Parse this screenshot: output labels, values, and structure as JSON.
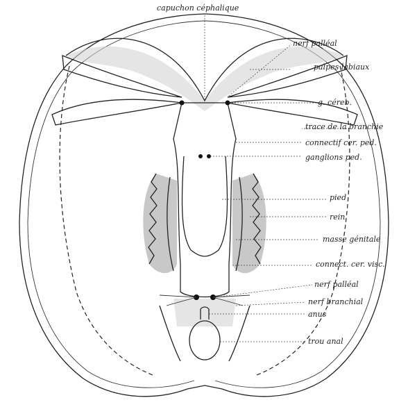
{
  "labels": {
    "capuchon": "capuchon céphalique",
    "nerf_palleal_top": "nerf palléal",
    "palpes": "palpes labiaux",
    "g_cereb": "g. céreb.",
    "trace_branchie": "trace de la branchie",
    "connectif": "connectif cer. ped.",
    "ganglions_ped": "ganglions ped.",
    "pied": "pied",
    "rein": "rein",
    "masse_genitale": "masse génitale",
    "connect_visc": "connect. cer. visc.",
    "nerf_palleal_bottom": "nerf palléal",
    "nerf_branchial": "nerf branchial",
    "anus": "anus",
    "trou_anal": "trou anal"
  }
}
